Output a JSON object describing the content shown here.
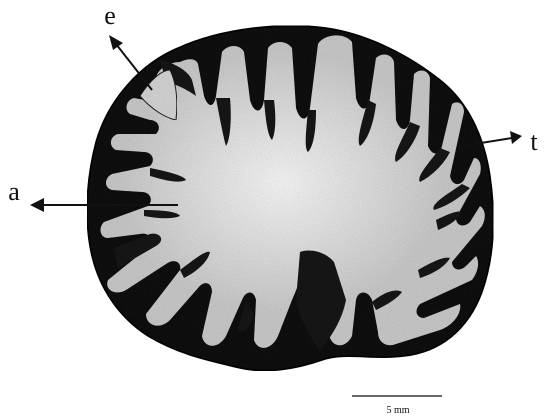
{
  "figure": {
    "labels": {
      "e": "e",
      "t": "t",
      "a": "a"
    },
    "scale_bar": {
      "label": "5 mm"
    },
    "colors": {
      "dark_tissue": "#141414",
      "light_tissue": "#cfcfcf",
      "center_highlight": "#f4f4f4",
      "ink": "#111111"
    }
  }
}
